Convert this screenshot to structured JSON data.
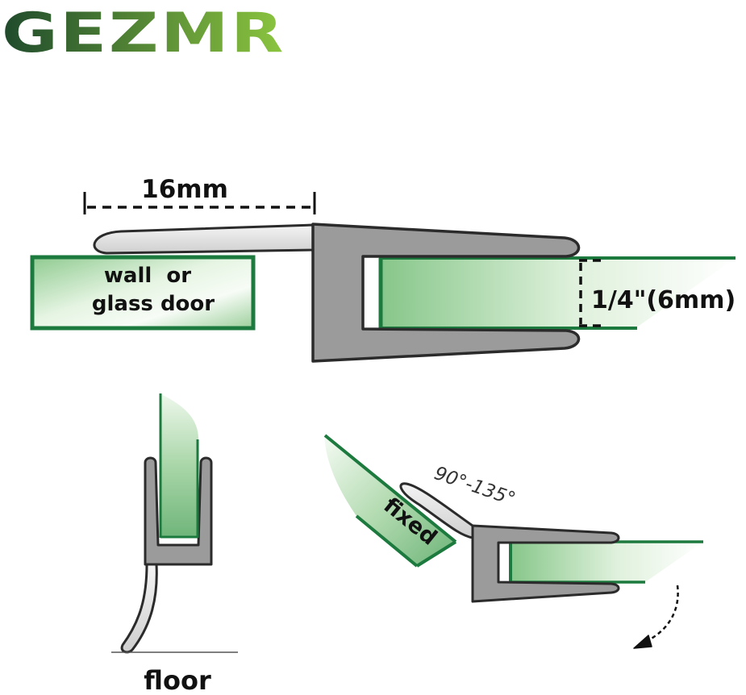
{
  "brand": {
    "logo_text": "GEZMR",
    "logo_gradient": [
      "#1f4a2c",
      "#8cc63f"
    ]
  },
  "labels": {
    "width_dimension": "16mm",
    "thickness_dimension": "1/4\"(6mm)",
    "wall_line1": "wall  or",
    "wall_line2": "glass door",
    "floor": "floor",
    "fixed": "fixed",
    "angle_range": "90°-135°"
  },
  "colors": {
    "glass_edge": "#1d7a3e",
    "glass_light": "#f2faf1",
    "glass_mid": "#bfe0bc",
    "glass_dark": "#5fab6c",
    "seal_gray": "#9b9b9b",
    "seal_outline": "#2b2b2b",
    "wiper": "#e2e2e2"
  },
  "icons": [
    "curved-arrow-icon"
  ]
}
